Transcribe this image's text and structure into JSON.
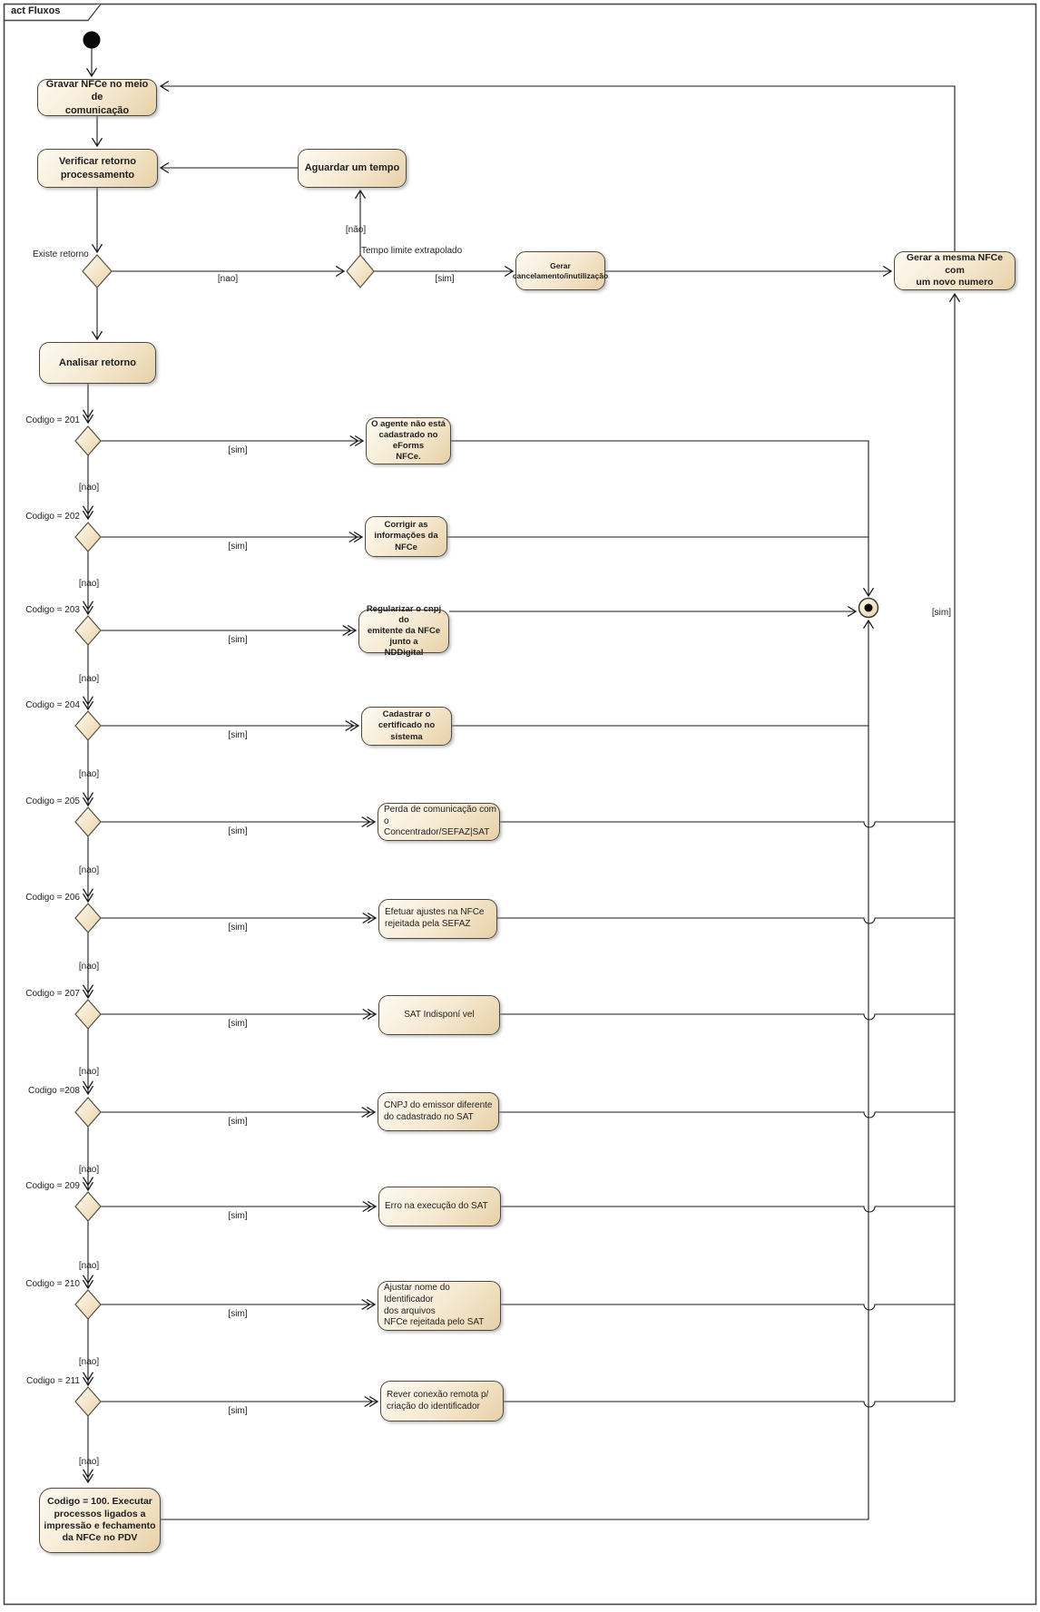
{
  "frame": {
    "title": "act Fluxos"
  },
  "palette": {
    "node_fill_light": "#fdfaf2",
    "node_fill_dark": "#e7d0a7",
    "node_border": "#4e4a3f",
    "line": "#1a1a1a"
  },
  "edge_labels": {
    "sim": "[sim]",
    "nao": "[nao]",
    "nao_acc": "[não]"
  },
  "decisions": {
    "existe_retorno": "Existe retorno",
    "tempo_limite": "Tempo limite extrapolado"
  },
  "nodes": {
    "gravar": "Gravar NFCe no meio de\ncomunicação",
    "verificar": "Verificar retorno\nprocessamento",
    "aguardar": "Aguardar um tempo",
    "analisar": "Analisar retorno",
    "gerar_cancelamento": "Gerar\ncancelamento/inutilização",
    "gerar_mesma": "Gerar a mesma NFCe com\num novo numero",
    "codigo_100": "Codigo = 100. Executar\nprocessos ligados a\nimpressão e fechamento\nda NFCe no PDV"
  },
  "rows": [
    {
      "code": "Codigo = 201",
      "action": "O agente não está\ncadastrado no eForms\nNFCe."
    },
    {
      "code": "Codigo = 202",
      "action": "Corrigir as informações da\nNFCe"
    },
    {
      "code": "Codigo = 203",
      "action": "Regularizar o cnpj do\nemitente da NFCe junto a\nNDDigital"
    },
    {
      "code": "Codigo = 204",
      "action": "Cadastrar o certificado no\nsistema"
    },
    {
      "code": "Codigo = 205",
      "action": "Perda de comunicação com\no Concentrador/SEFAZ|SAT"
    },
    {
      "code": "Codigo = 206",
      "action": "Efetuar ajustes na NFCe\nrejeitada pela SEFAZ"
    },
    {
      "code": "Codigo = 207",
      "action": "SAT Indisponí vel"
    },
    {
      "code": "Codigo =208",
      "action": "CNPJ do emissor diferente\ndo cadastrado no SAT"
    },
    {
      "code": "Codigo = 209",
      "action": "Erro na execução do SAT"
    },
    {
      "code": "Codigo = 210",
      "action": "Ajustar nome do Identificador\ndos arquivos\nNFCe rejeitada pelo SAT"
    },
    {
      "code": "Codigo = 211",
      "action": "Rever conexão remota p/\ncriação do identificador"
    }
  ]
}
